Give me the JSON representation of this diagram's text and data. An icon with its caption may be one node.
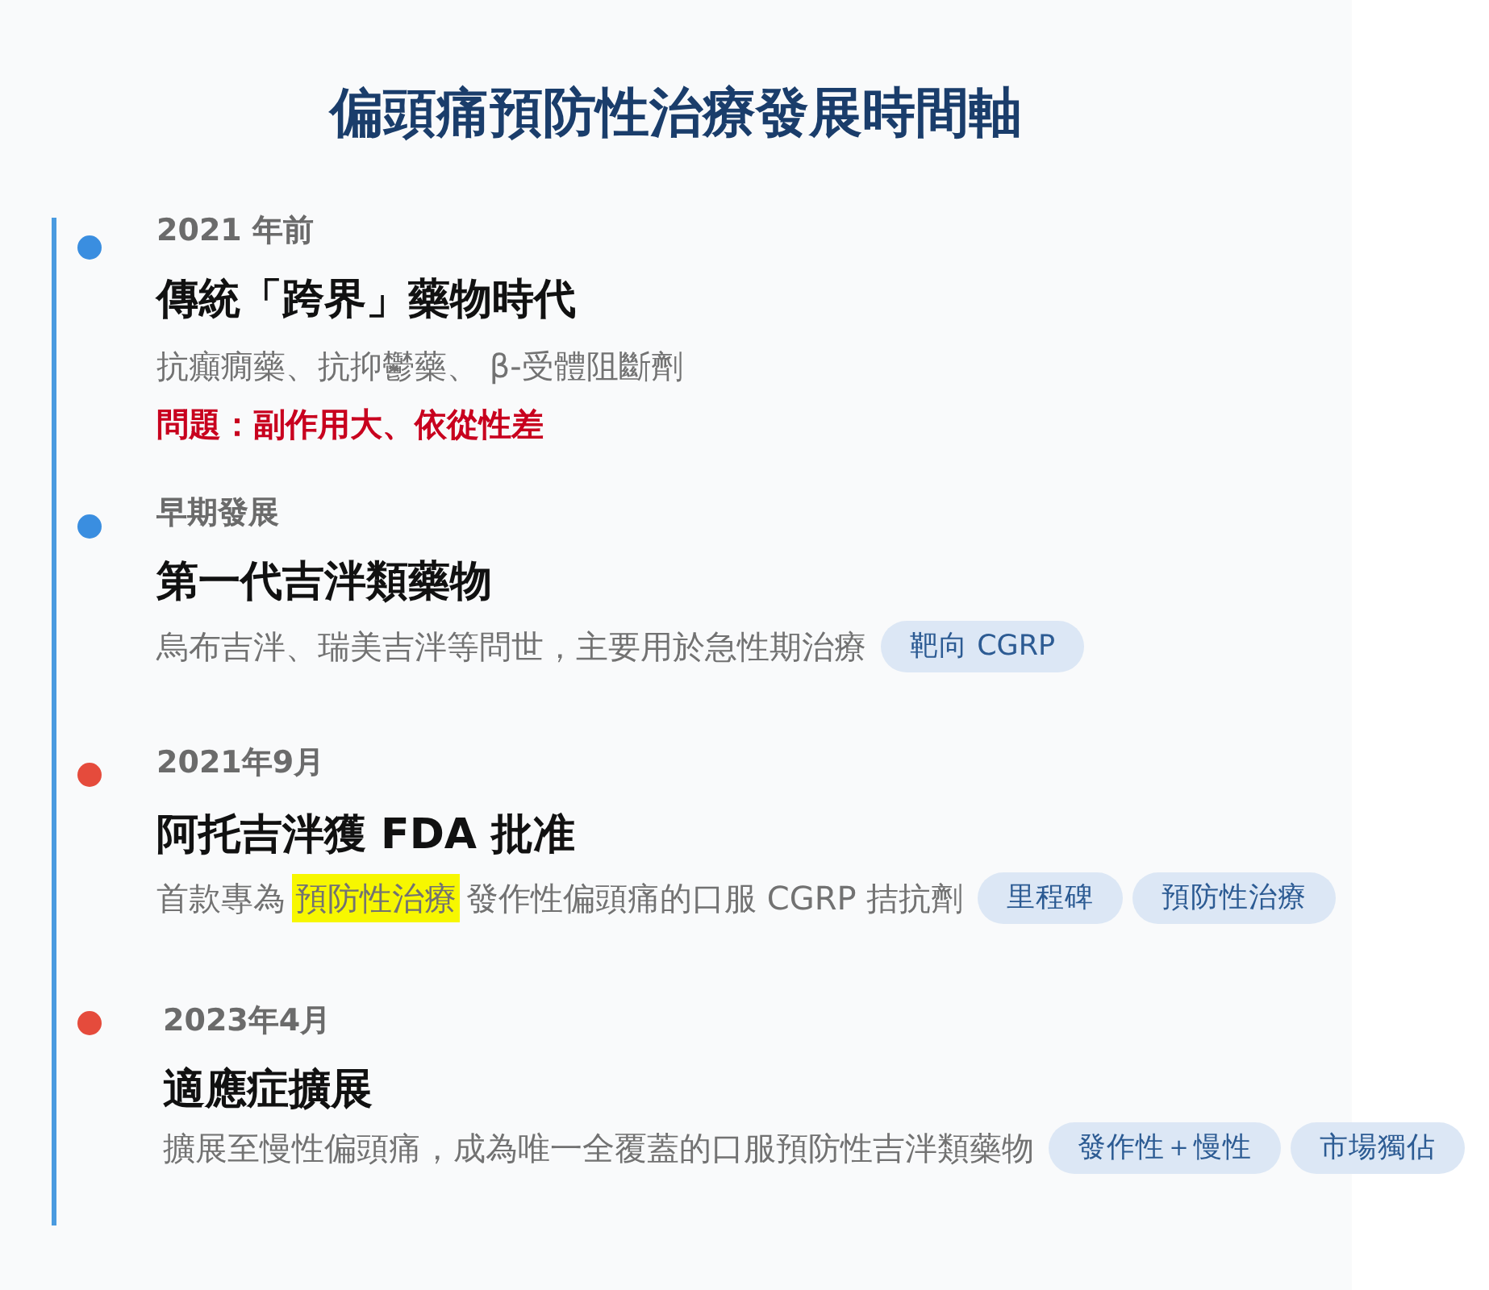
{
  "diagram": {
    "title": "偏頭痛預防性治療發展時間軸",
    "nodes": [
      {
        "text": [
          "靶向 CGRP"
        ]
      },
      {
        "text": [
          "預防性治療"
        ]
      },
      {
        "text": [
          "里程碑"
        ]
      },
      {
        "text": [
          "預防性治療"
        ]
      },
      {
        "text": [
          "發作性＋慢性"
        ]
      },
      {
        "text": [
          "市場獨佔"
        ]
      }
    ],
    "edges": [],
    "labels": [
      "2021 年前",
      "傳統「跨界」藥物時代",
      "抗癲癇藥、抗抑鬱藥、 β-受體阻斷劑",
      "問題：副作用大、依從性差",
      "早期發展",
      "第一代吉泮類藥物",
      "烏布吉泮、瑞美吉泮等問世，主要用於急性期治療",
      "2021年9月",
      "阿托吉泮獲 FDA 批准",
      "首款專為",
      "發作性偏頭痛的口服 CGRP 拮抗劑",
      "2023年4月",
      "適應症擴展",
      "擴展至慢性偏頭痛，成為唯一全覆蓋的口服預防性吉泮類藥物"
    ]
  }
}
